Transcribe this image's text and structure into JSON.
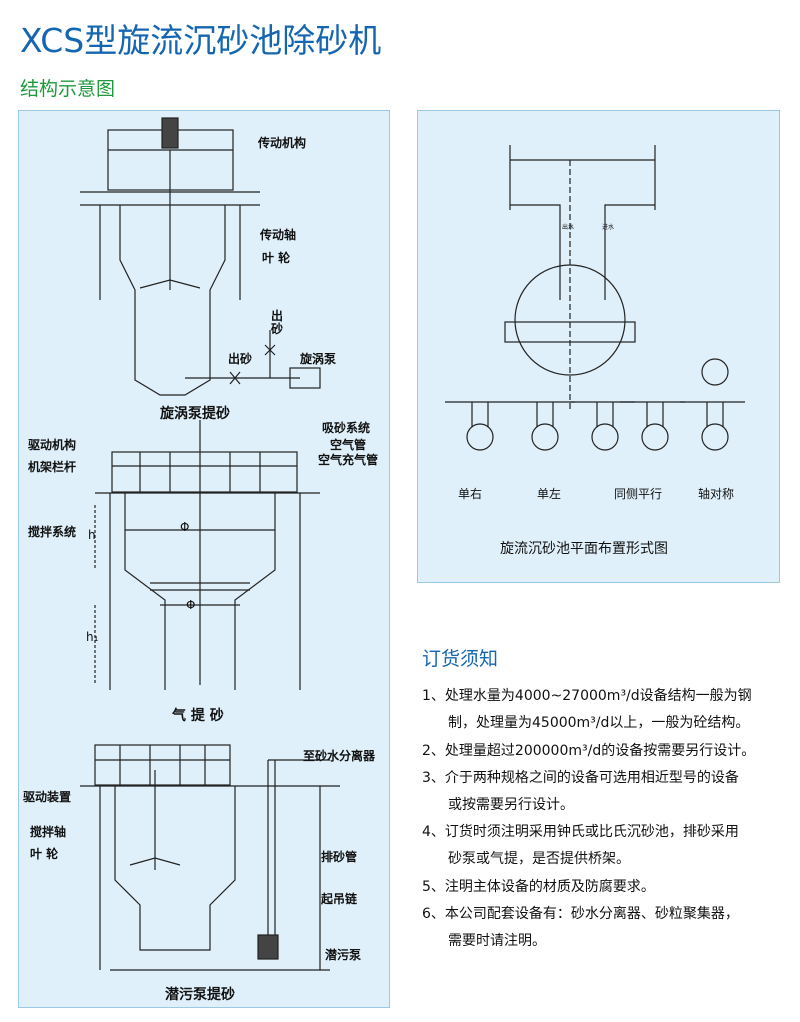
{
  "title": "XCS型旋流沉砂池除砂机",
  "subtitle": "结构示意图",
  "left_panel": {
    "d1": {
      "labels": [
        "传动机构",
        "传动轴",
        "叶 轮",
        "出砂",
        "出砂",
        "旋涡泵"
      ],
      "vertical_label": "出\n砂",
      "caption": "旋涡泵提砂"
    },
    "d2": {
      "labels": [
        "吸砂系统",
        "空气管",
        "空气充气管",
        "驱动机构",
        "机架栏杆",
        "搅拌系统",
        "h",
        "h₁",
        "Φ",
        "Φ"
      ],
      "caption": "气 提 砂"
    },
    "d3": {
      "labels": [
        "至砂水分离器",
        "驱动装置",
        "搅拌轴",
        "叶 轮",
        "排砂管",
        "起吊链",
        "潜污泵"
      ],
      "caption": "潜污泵提砂"
    }
  },
  "right_panel": {
    "small_labels": [
      "出水",
      "进水"
    ],
    "layouts": [
      "单右",
      "单左",
      "同侧平行",
      "轴对称"
    ],
    "caption": "旋流沉砂池平面布置形式图"
  },
  "notes": {
    "heading": "订货须知",
    "lines": [
      "1、处理水量为4000~27000m³/d设备结构一般为钢",
      "制，处理量为45000m³/d以上，一般为砼结构。",
      "2、处理量超过200000m³/d的设备按需要另行设计。",
      "3、介于两种规格之间的设备可选用相近型号的设备",
      "或按需要另行设计。",
      "4、订货时须注明采用钟氏或比氏沉砂池，排砂采用",
      "砂泵或气提，是否提供桥架。",
      "5、注明主体设备的材质及防腐要求。",
      "6、本公司配套设备有：砂水分离器、砂粒聚集器，",
      "需要时请注明。"
    ]
  }
}
